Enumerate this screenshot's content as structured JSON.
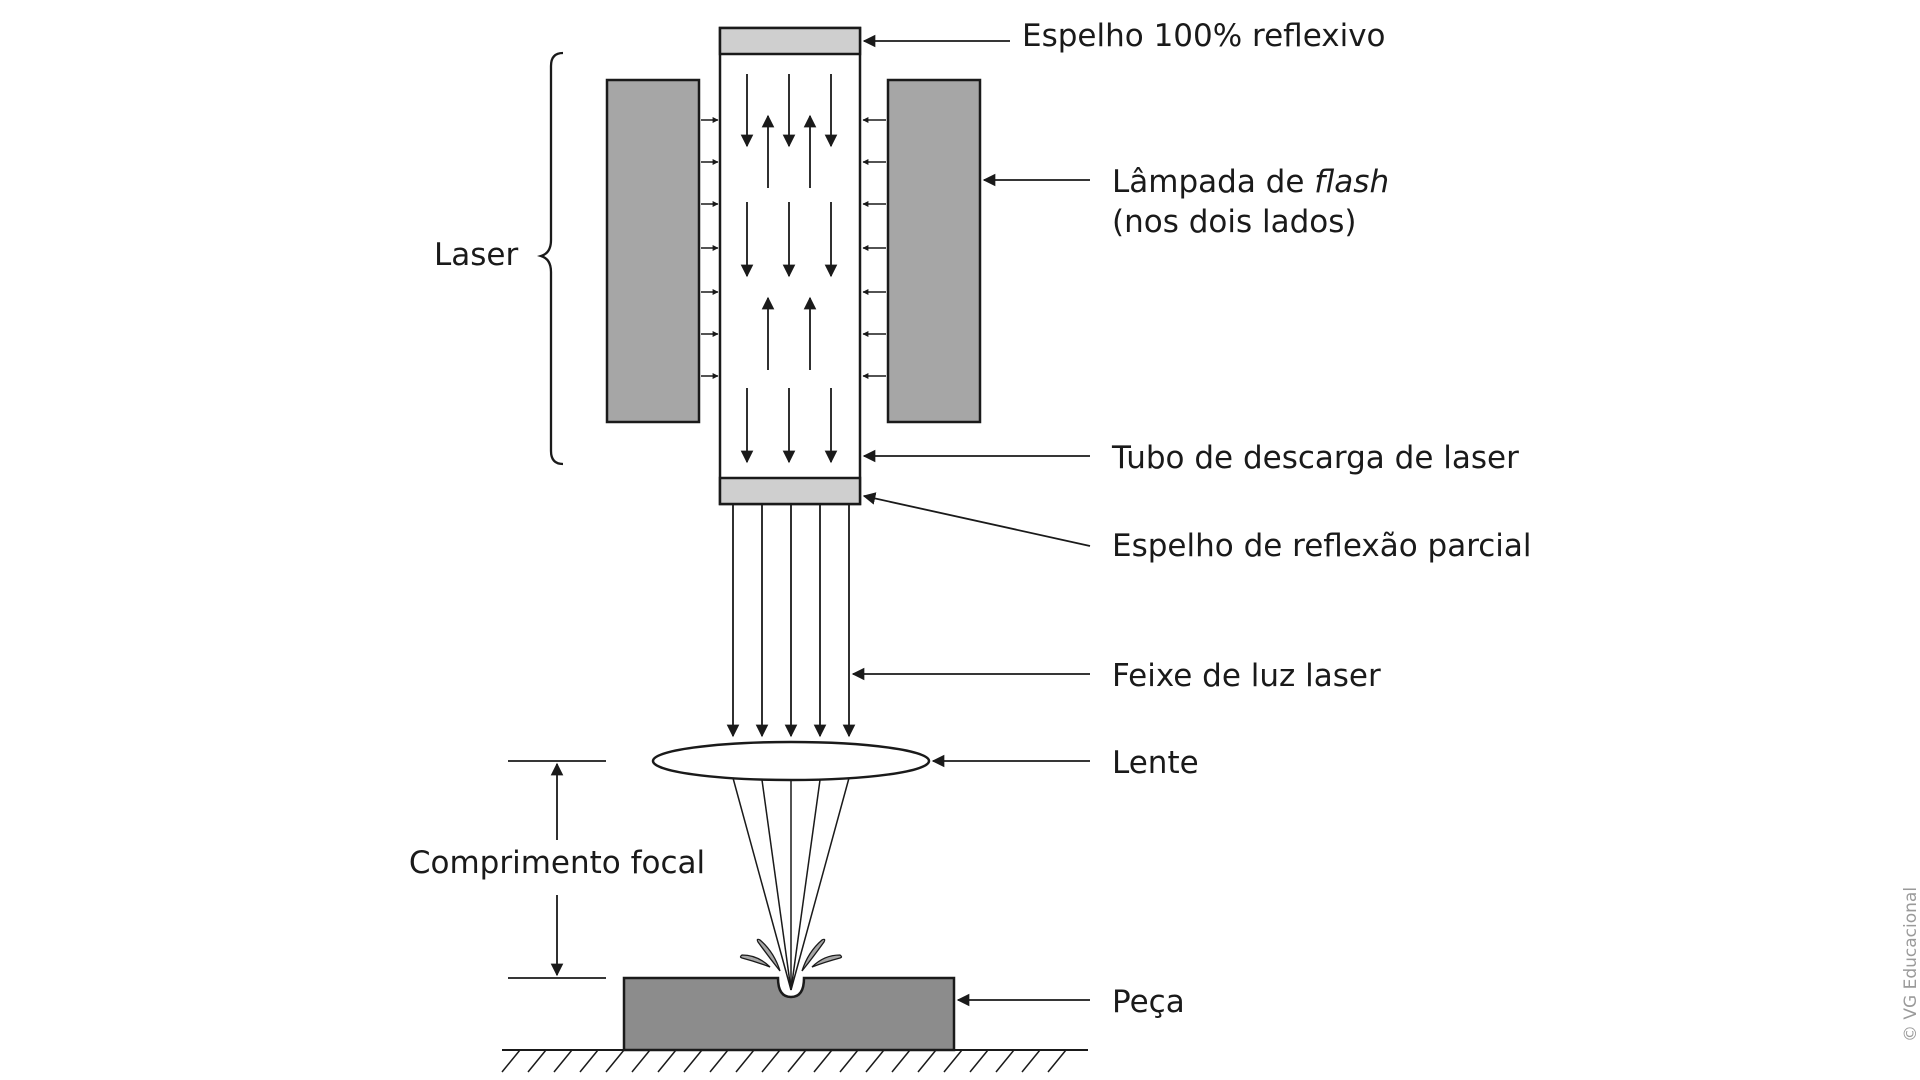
{
  "labels": {
    "mirror_full": "Espelho 100% reflexivo",
    "flash_lamp_prefix": "Lâmpada de ",
    "flash_lamp_italic": "flash",
    "flash_lamp_line2": "(nos dois lados)",
    "laser": "Laser",
    "tube": "Tubo de descarga de laser",
    "mirror_partial": "Espelho de reflexão parcial",
    "beam": "Feixe de luz laser",
    "lens": "Lente",
    "focal_length": "Comprimento focal",
    "workpiece": "Peça"
  },
  "credit": "© VG Educacional",
  "colors": {
    "lamp": "#a6a6a6",
    "mirror": "#cfcfcf",
    "workpiece": "#8c8c8c",
    "line": "#1a1a1a",
    "credit": "#9a9a9a"
  }
}
